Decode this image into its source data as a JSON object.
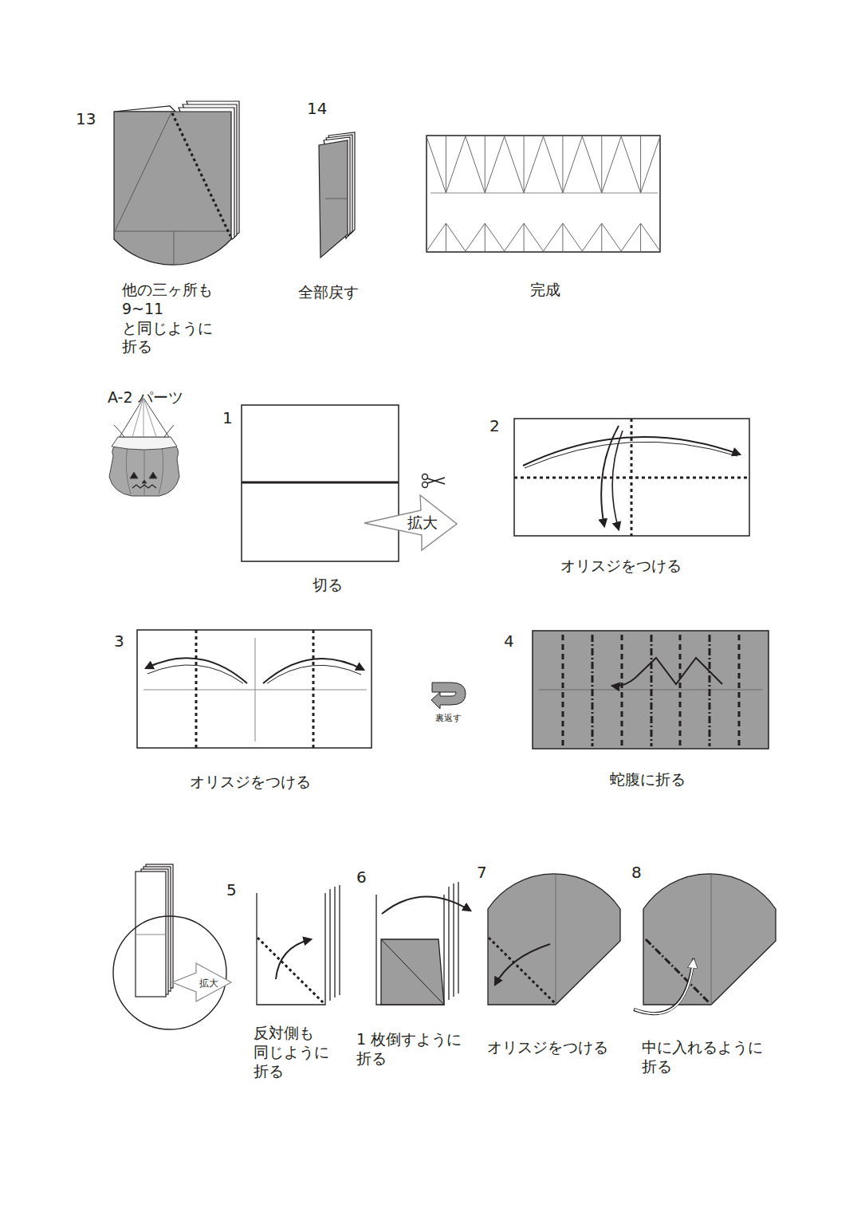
{
  "diagram": {
    "labels": [
      "13",
      "他の三ヶ所も 9~11 と同じように 折る",
      "14",
      "全部戻す",
      "完成",
      "A-2 パーツ",
      "1",
      "拡大",
      "切る",
      "2",
      "オリスジをつける",
      "3",
      "オリスジをつける",
      "裏返す",
      "4",
      "蛇腹に折る",
      "拡大",
      "5",
      "反対側も 同じように 折る",
      "6",
      "1 枚倒すように 折る",
      "7",
      "オリスジをつける",
      "8",
      "中に入れるように 折る"
    ]
  }
}
